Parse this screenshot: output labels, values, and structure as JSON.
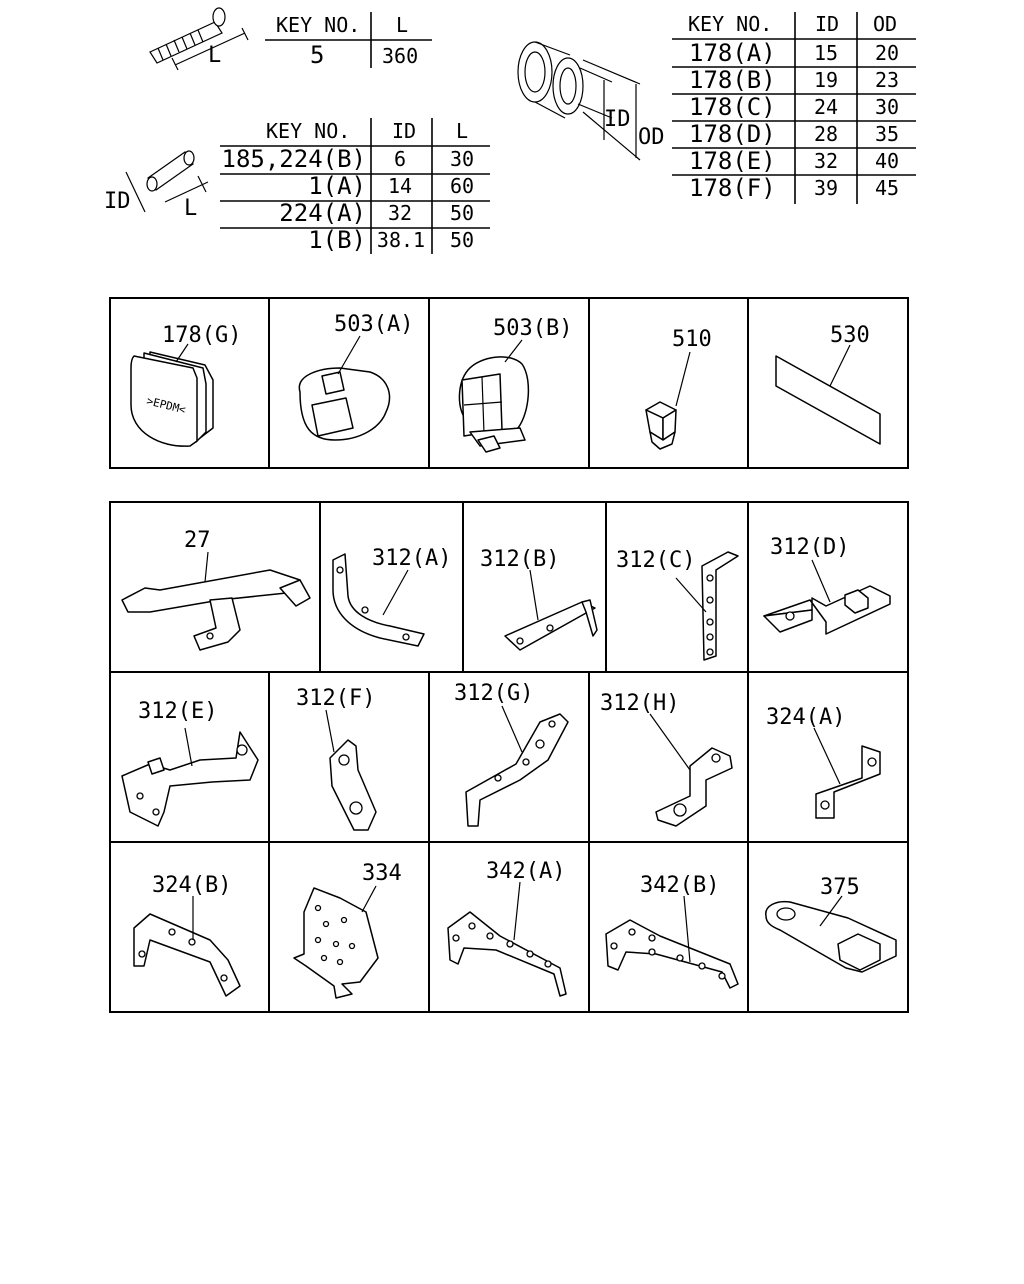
{
  "hose_table": {
    "headers": [
      "KEY NO.",
      "L"
    ],
    "rows": [
      [
        "5",
        "360"
      ]
    ],
    "dim_label": "L"
  },
  "tube_table": {
    "headers": [
      "KEY NO.",
      "ID",
      "L"
    ],
    "rows": [
      [
        "185,224(B)",
        "6",
        "30"
      ],
      [
        "1(A)",
        "14",
        "60"
      ],
      [
        "224(A)",
        "32",
        "50"
      ],
      [
        "1(B)",
        "38.1",
        "50"
      ]
    ],
    "dim_id": "ID",
    "dim_l": "L"
  },
  "grommet_table": {
    "headers": [
      "KEY NO.",
      "ID",
      "OD"
    ],
    "rows": [
      [
        "178(A)",
        "15",
        "20"
      ],
      [
        "178(B)",
        "19",
        "23"
      ],
      [
        "178(C)",
        "24",
        "30"
      ],
      [
        "178(D)",
        "28",
        "35"
      ],
      [
        "178(E)",
        "32",
        "40"
      ],
      [
        "178(F)",
        "39",
        "45"
      ]
    ],
    "dim_id": "ID",
    "dim_od": "OD"
  },
  "panel_top": [
    "178(G)",
    "503(A)",
    "503(B)",
    "510",
    "530"
  ],
  "grommet_marking": ">EPDM<",
  "panel_brackets_row1": [
    "27",
    "312(A)",
    "312(B)",
    "312(C)",
    "312(D)"
  ],
  "panel_brackets_row2": [
    "312(E)",
    "312(F)",
    "312(G)",
    "312(H)",
    "324(A)"
  ],
  "panel_brackets_row3": [
    "324(B)",
    "334",
    "342(A)",
    "342(B)",
    "375"
  ]
}
